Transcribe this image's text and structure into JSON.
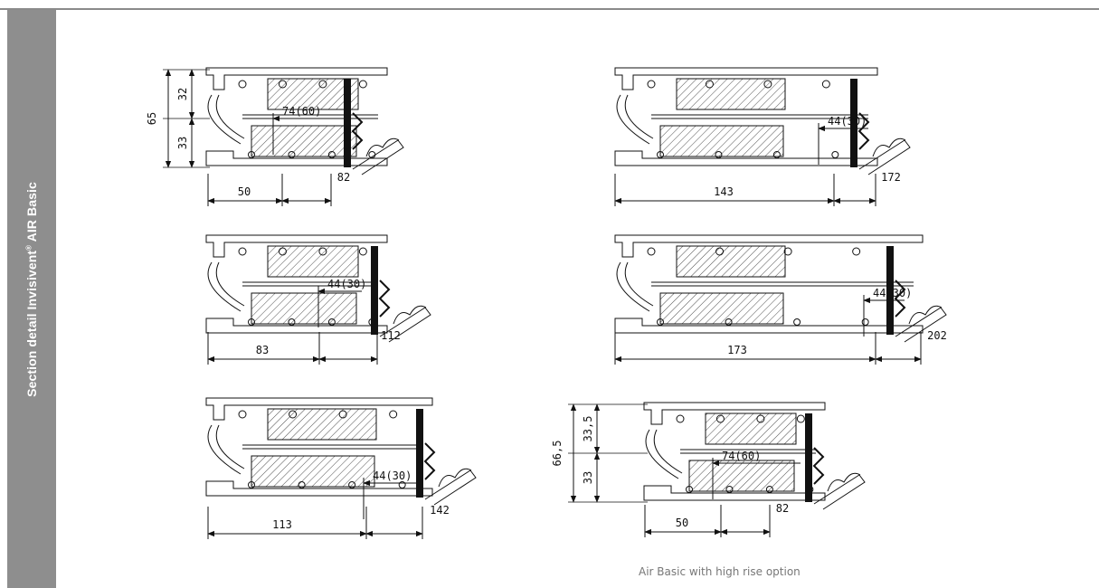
{
  "sidebar": {
    "title_main": "Section detail Invisivent",
    "title_mark": "®",
    "title_tail": " AIR Basic"
  },
  "caption": "Air Basic with high rise option",
  "details": [
    {
      "id": "a",
      "depth_main": "74(60)",
      "width_a": "50",
      "width_b": "82",
      "height_total": "65",
      "height_top": "32",
      "height_bottom": "33"
    },
    {
      "id": "b",
      "depth_main": "44(30)",
      "width_a": "143",
      "width_b": "172"
    },
    {
      "id": "c",
      "depth_main": "44(30)",
      "width_a": "83",
      "width_b": "112"
    },
    {
      "id": "d",
      "depth_main": "44(30)",
      "width_a": "173",
      "width_b": "202"
    },
    {
      "id": "e",
      "depth_main": "44(30)",
      "width_a": "113",
      "width_b": "142"
    },
    {
      "id": "f",
      "depth_main": "74(60)",
      "width_a": "50",
      "width_b": "82",
      "height_total": "66,5",
      "height_top": "33,5",
      "height_bottom": "33"
    }
  ]
}
